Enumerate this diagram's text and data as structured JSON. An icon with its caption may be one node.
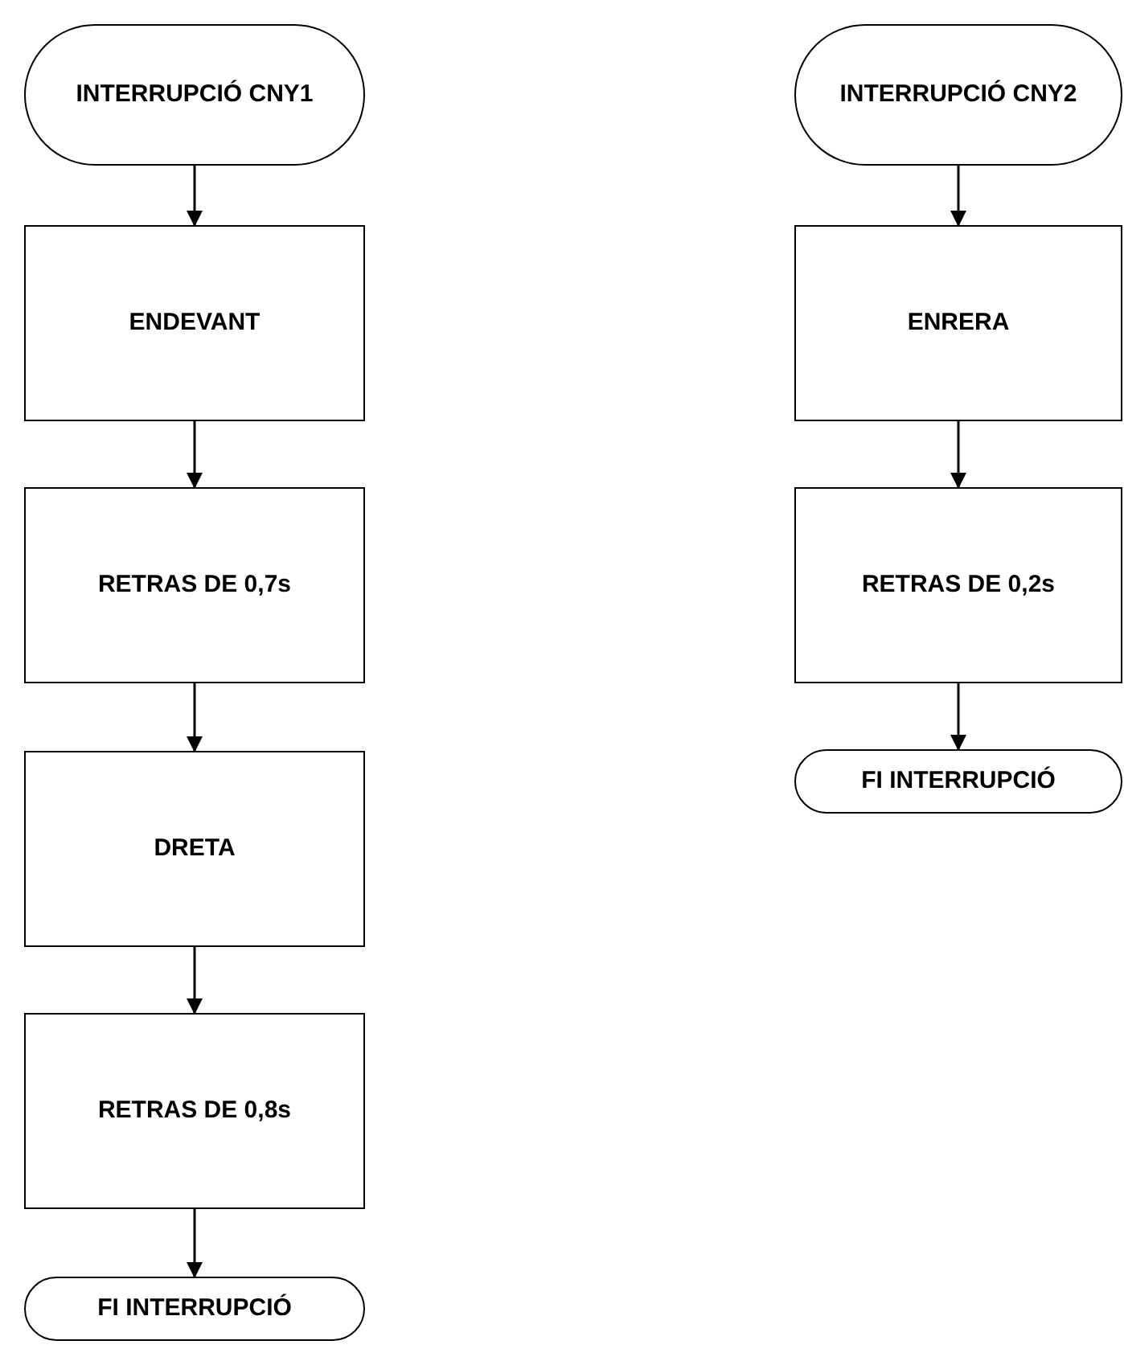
{
  "diagram": {
    "nodes": [
      {
        "text": [
          "INTERRUPCIÓ CNY1"
        ]
      },
      {
        "text": [
          "ENDEVANT"
        ]
      },
      {
        "text": [
          "RETRAS DE 0,7s"
        ]
      },
      {
        "text": [
          "DRETA"
        ]
      },
      {
        "text": [
          "RETRAS DE 0,8s"
        ]
      },
      {
        "text": [
          "FI INTERRUPCIÓ"
        ]
      },
      {
        "text": [
          "INTERRUPCIÓ CNY2"
        ]
      },
      {
        "text": [
          "ENRERA"
        ]
      },
      {
        "text": [
          "RETRAS DE 0,2s"
        ]
      },
      {
        "text": [
          "FI INTERRUPCIÓ"
        ]
      }
    ],
    "edges": [
      {
        "from": 0,
        "to": 1,
        "arrow": "to"
      },
      {
        "from": 1,
        "to": 2,
        "arrow": "to"
      },
      {
        "from": 2,
        "to": 3,
        "arrow": "to"
      },
      {
        "from": 3,
        "to": 4,
        "arrow": "to"
      },
      {
        "from": 4,
        "to": 5,
        "arrow": "to"
      },
      {
        "from": 6,
        "to": 7,
        "arrow": "to"
      },
      {
        "from": 7,
        "to": 8,
        "arrow": "to"
      },
      {
        "from": 8,
        "to": 9,
        "arrow": "to"
      }
    ]
  }
}
